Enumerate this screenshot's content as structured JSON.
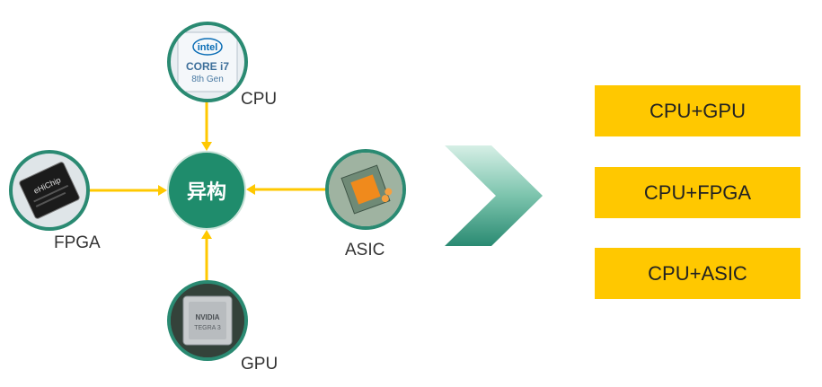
{
  "center": {
    "label": "异构"
  },
  "nodes": {
    "cpu": {
      "label": "CPU",
      "chip_text_1": "intel",
      "chip_text_2": "CORE i7",
      "chip_text_3": "8th Gen"
    },
    "fpga": {
      "label": "FPGA",
      "chip_text_1": "eHiChip"
    },
    "asic": {
      "label": "ASIC"
    },
    "gpu": {
      "label": "GPU",
      "chip_text_1": "NVIDIA",
      "chip_text_2": "TEGRA 3"
    }
  },
  "combinations": [
    {
      "label": "CPU+GPU"
    },
    {
      "label": "CPU+FPGA"
    },
    {
      "label": "CPU+ASIC"
    }
  ],
  "colors": {
    "accent": "#1f8c6c",
    "arrow": "#ffc800",
    "combo_bg": "#ffc800",
    "chevron_top": "#a8dccb",
    "chevron_bottom": "#2a8a72"
  }
}
